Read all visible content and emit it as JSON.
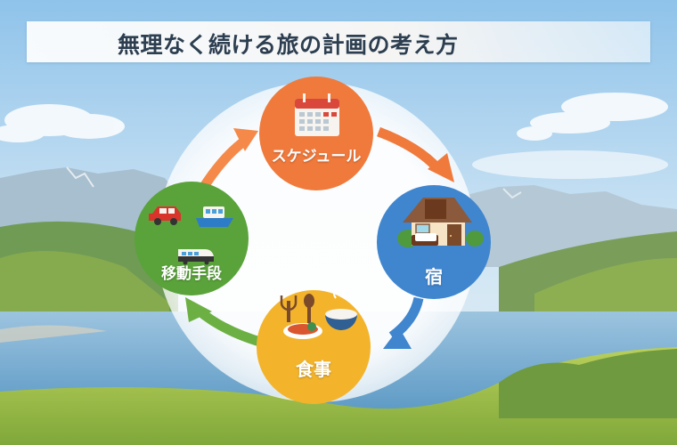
{
  "title": "無理なく続ける旅の計画の考え方",
  "cycle": {
    "nodes": [
      {
        "id": "schedule",
        "label": "スケジュール",
        "icon": "calendar-icon",
        "color": "#f07a3c"
      },
      {
        "id": "lodging",
        "label": "宿",
        "icon": "house-icon",
        "color": "#3f86cf"
      },
      {
        "id": "meals",
        "label": "食事",
        "icon": "meal-icon",
        "color": "#f3b42c"
      },
      {
        "id": "transport",
        "label": "移動手段",
        "icon": "vehicles-icon",
        "color": "#5aa33a"
      }
    ],
    "arrows": [
      {
        "from": "schedule",
        "to": "lodging",
        "color": "#f07a3c"
      },
      {
        "from": "lodging",
        "to": "meals",
        "color": "#3f86cf"
      },
      {
        "from": "meals",
        "to": "transport",
        "color": "#6cb043"
      },
      {
        "from": "transport",
        "to": "schedule",
        "color": "#f5894a"
      }
    ]
  },
  "colors": {
    "title_text": "#2c3e50",
    "sky_top": "#8fc3ea",
    "lake": "#4f8fbd",
    "meadow": "#9fbf3c"
  }
}
